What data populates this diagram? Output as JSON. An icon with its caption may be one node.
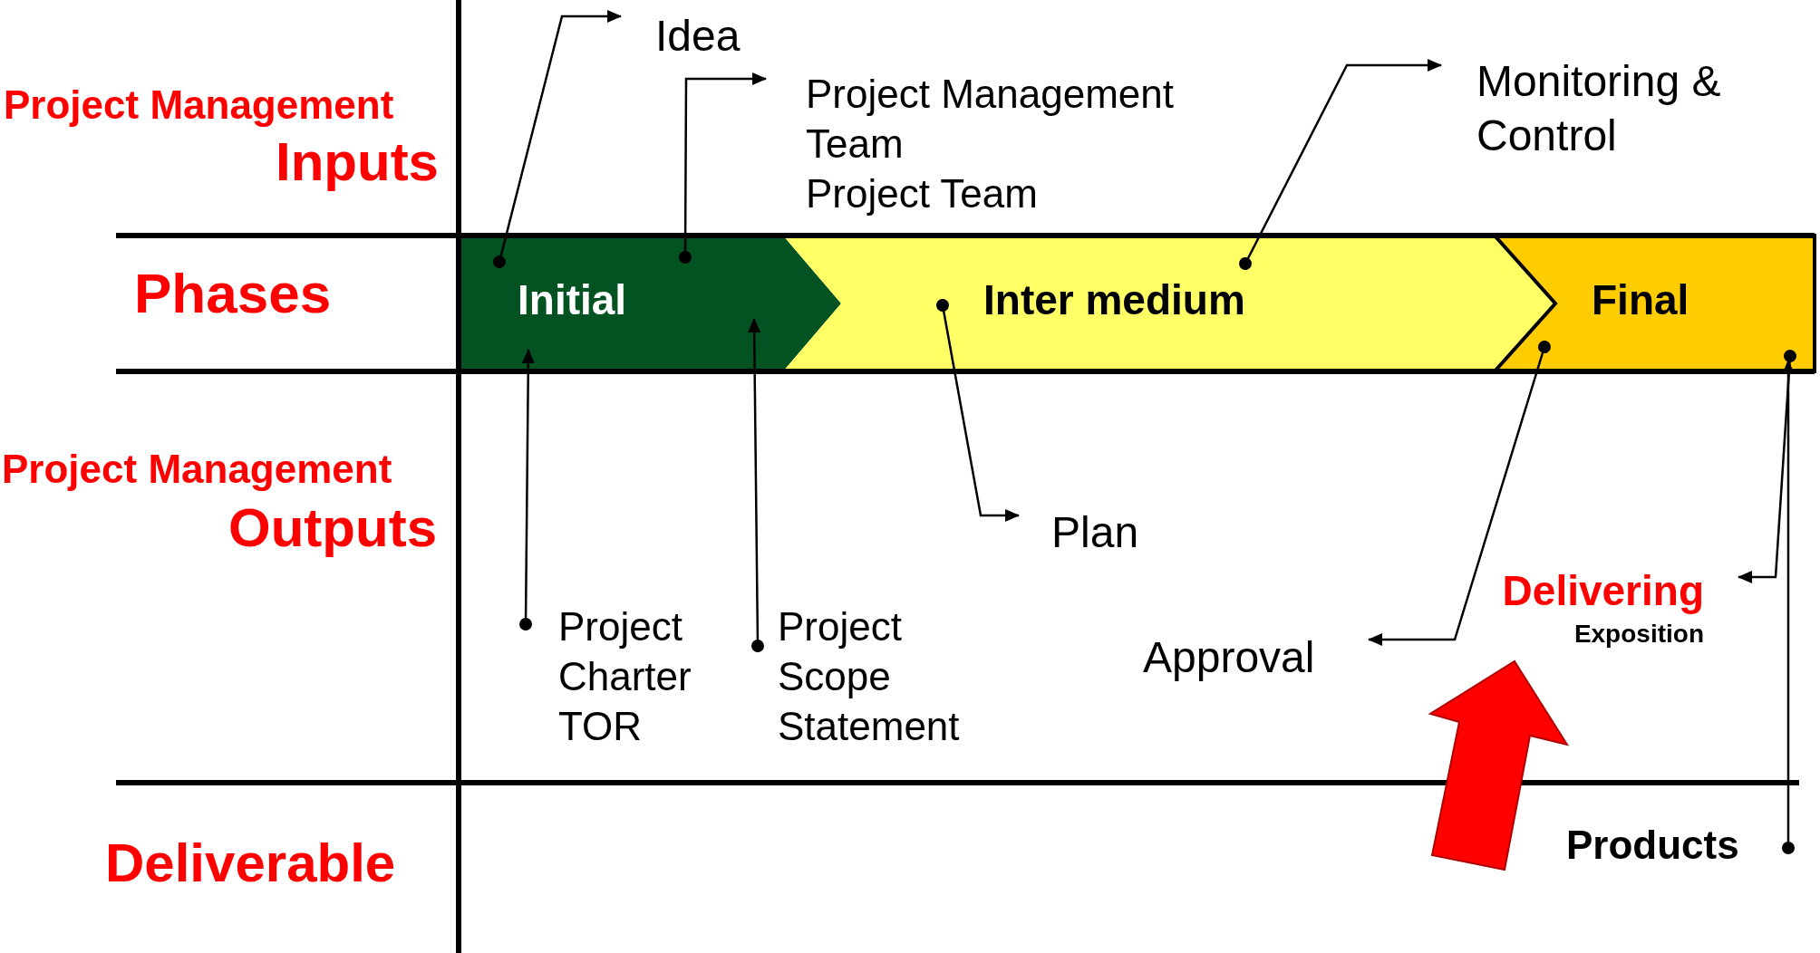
{
  "diagram": {
    "nodes": [
      {
        "text": [
          "Initial"
        ]
      },
      {
        "text": [
          "Inter medium"
        ]
      },
      {
        "text": [
          "Final"
        ]
      },
      {
        "text": [
          "Idea"
        ]
      },
      {
        "text": [
          "Project Management Team",
          "Project Team"
        ]
      },
      {
        "text": [
          "Monitoring & Control"
        ]
      },
      {
        "text": [
          "Plan"
        ]
      },
      {
        "text": [
          "Project Charter",
          "TOR"
        ]
      },
      {
        "text": [
          "Project Scope Statement"
        ]
      },
      {
        "text": [
          "Approval"
        ]
      },
      {
        "text": [
          "Delivering",
          "Exposition"
        ]
      },
      {
        "text": [
          "Products"
        ]
      }
    ],
    "edges": [
      {
        "from": 0,
        "to": 3,
        "arrow": "to"
      },
      {
        "from": 0,
        "to": 4,
        "arrow": "to"
      },
      {
        "from": 1,
        "to": 5,
        "arrow": "to"
      },
      {
        "from": 1,
        "to": 6,
        "arrow": "to"
      },
      {
        "from": 7,
        "to": 0,
        "arrow": "to"
      },
      {
        "from": 8,
        "to": 0,
        "arrow": "to"
      },
      {
        "from": 2,
        "to": 9,
        "arrow": "to"
      },
      {
        "from": 2,
        "to": 10,
        "arrow": "to"
      },
      {
        "from": 11,
        "to": 2,
        "arrow": "to"
      }
    ],
    "labels": [
      "Project Management",
      "Inputs",
      "Phases",
      "Project Management",
      "Outputs",
      "Deliverable"
    ]
  }
}
